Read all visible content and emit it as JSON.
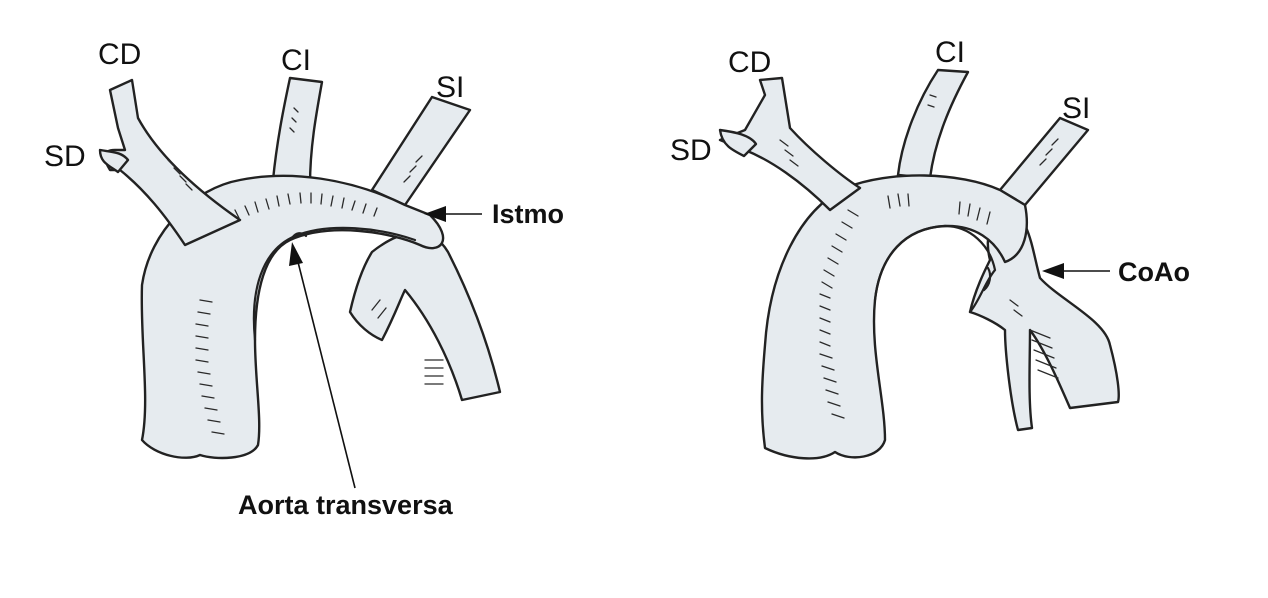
{
  "left_diagram": {
    "labels": {
      "cd": "CD",
      "ci": "CI",
      "si": "SI",
      "sd": "SD"
    },
    "istmo": "Istmo",
    "aorta_transversa": "Aorta transversa"
  },
  "right_diagram": {
    "labels": {
      "cd": "CD",
      "ci": "CI",
      "si": "SI",
      "sd": "SD"
    },
    "coao": "CoAo"
  },
  "colors": {
    "vessel_fill": "#e6ebef",
    "outline": "#222222"
  }
}
